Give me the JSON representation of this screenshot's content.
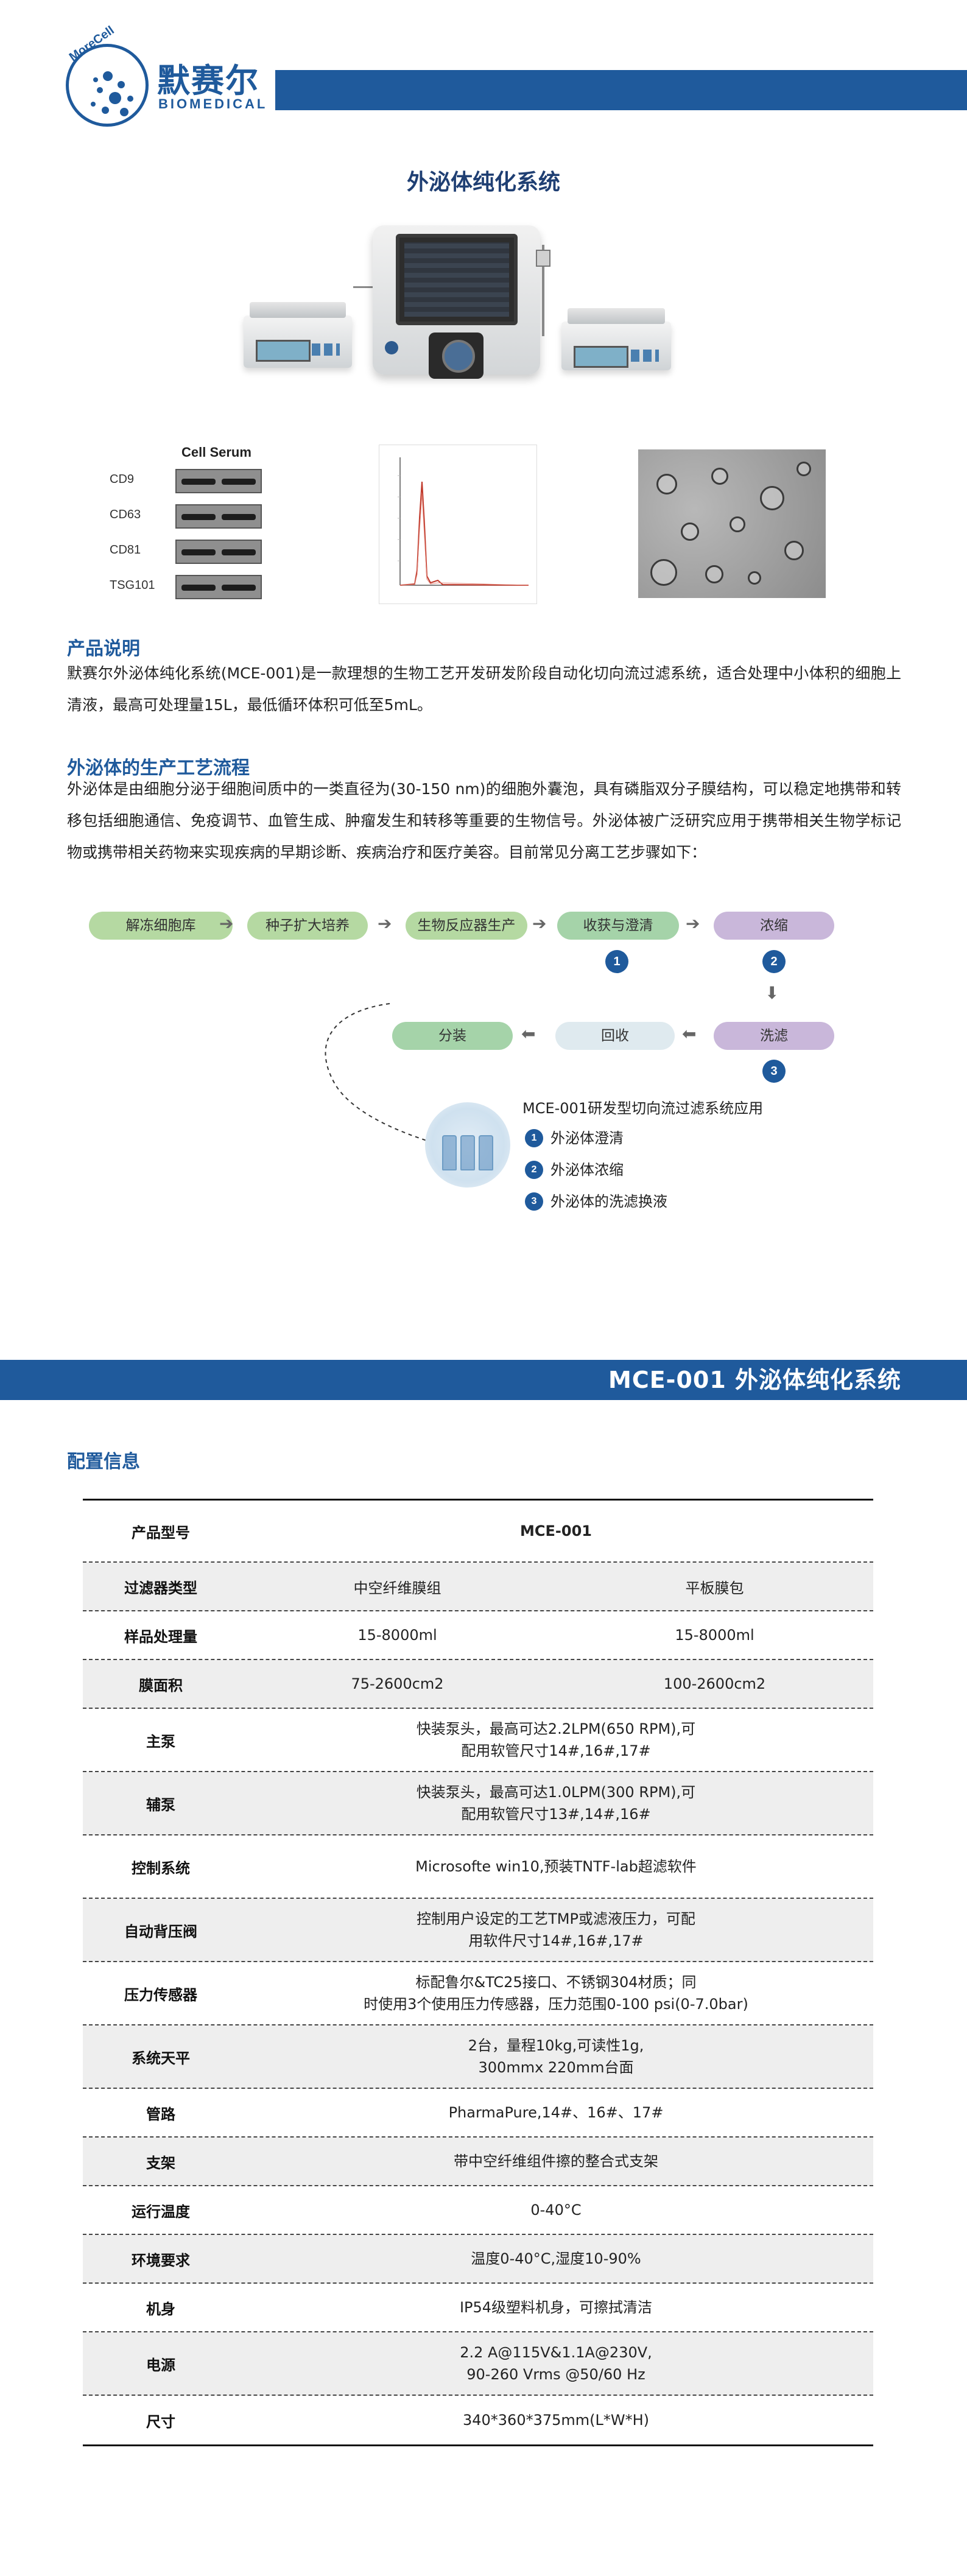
{
  "brand": {
    "badge_text": "MoreCell",
    "name_cn": "默赛尔",
    "name_en": "BIOMEDICAL",
    "color": "#1f5a9c"
  },
  "hero": {
    "title": "外泌体纯化系统"
  },
  "western_blot": {
    "header": "Cell Serum",
    "markers": [
      "CD9",
      "CD63",
      "CD81",
      "TSG101"
    ]
  },
  "intro": {
    "heading": "产品说明",
    "text": "默赛尔外泌体纯化系统(MCE-001)是一款理想的生物工艺开发研发阶段自动化切向流过滤系统，适合处理中小体积的细胞上清液，最高可处理量15L，最低循环体积可低至5mL。"
  },
  "process": {
    "heading": "外泌体的生产工艺流程",
    "text": "外泌体是由细胞分泌于细胞间质中的一类直径为(30-150 nm)的细胞外囊泡，具有磷脂双分子膜结构，可以稳定地携带和转移包括细胞通信、免疫调节、血管生成、肿瘤发生和转移等重要的生物信号。外泌体被广泛研究应用于携带相关生物学标记物或携带相关药物来实现疾病的早期诊断、疾病治疗和医疗美容。目前常见分离工艺步骤如下："
  },
  "flow": {
    "steps": [
      "解冻细胞库",
      "种子扩大培养",
      "生物反应器生产",
      "收获与澄清",
      "浓缩",
      "洗滤",
      "回收",
      "分装"
    ],
    "step_numbers": [
      "1",
      "2",
      "3"
    ],
    "legend_title": "MCE-001研发型切向流过滤系统应用",
    "legend_items": [
      {
        "n": "1",
        "text": "外泌体澄清"
      },
      {
        "n": "2",
        "text": "外泌体浓缩"
      },
      {
        "n": "3",
        "text": "外泌体的洗滤换液"
      }
    ]
  },
  "band": {
    "title": "MCE-001 外泌体纯化系统"
  },
  "config": {
    "heading": "配置信息",
    "rows": [
      {
        "key": "产品型号",
        "value": "MCE-001"
      },
      {
        "key": "过滤器类型",
        "values": [
          "中空纤维膜组",
          "平板膜包"
        ]
      },
      {
        "key": "样品处理量",
        "values": [
          "15-8000ml",
          "15-8000ml"
        ]
      },
      {
        "key": "膜面积",
        "values": [
          "75-2600cm2",
          "100-2600cm2"
        ]
      },
      {
        "key": "主泵",
        "lines": [
          "快装泵头，最高可达2.2LPM(650 RPM),可",
          "配用软管尺寸14#,16#,17#"
        ]
      },
      {
        "key": "辅泵",
        "lines": [
          "快装泵头，最高可达1.0LPM(300 RPM),可",
          "配用软管尺寸13#,14#,16#"
        ]
      },
      {
        "key": "控制系统",
        "value": "Microsofte win10,预装TNTF-lab超滤软件"
      },
      {
        "key": "自动背压阀",
        "lines": [
          "控制用户设定的工艺TMP或滤液压力，可配",
          "用软件尺寸14#,16#,17#"
        ]
      },
      {
        "key": "压力传感器",
        "lines": [
          "标配鲁尔&TC25接口、不锈钢304材质；同",
          "时使用3个使用压力传感器，压力范围0-100 psi(0-7.0bar)"
        ]
      },
      {
        "key": "系统天平",
        "lines": [
          "2台，量程10kg,可读性1g,",
          "300mmx 220mm台面"
        ]
      },
      {
        "key": "管路",
        "value": "PharmaPure,14#、16#、17#"
      },
      {
        "key": "支架",
        "value": "带中空纤维组件擦的整合式支架"
      },
      {
        "key": "运行温度",
        "value": "0-40°C"
      },
      {
        "key": "环境要求",
        "value": "温度0-40°C,湿度10-90%"
      },
      {
        "key": "机身",
        "value": "IP54级塑料机身，可擦拭清洁"
      },
      {
        "key": "电源",
        "lines": [
          "2.2 A@115V&1.1A@230V,",
          "90-260 Vrms @50/60 Hz"
        ]
      },
      {
        "key": "尺寸",
        "value": "340*360*375mm(L*W*H)"
      }
    ]
  }
}
